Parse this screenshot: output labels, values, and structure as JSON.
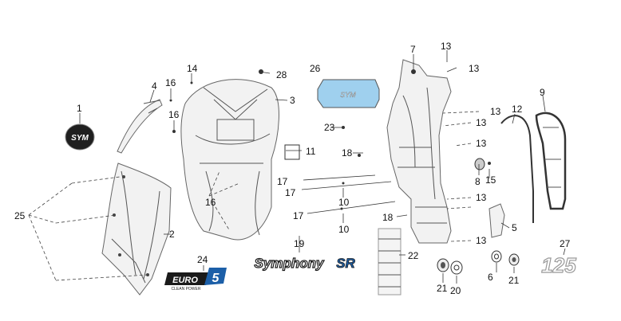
{
  "callouts": {
    "c1": "1",
    "c2": "2",
    "c3": "3",
    "c4": "4",
    "c5": "5",
    "c6": "6",
    "c7": "7",
    "c8": "8",
    "c9": "9",
    "c10a": "10",
    "c10b": "10",
    "c11": "11",
    "c12": "12",
    "c13a": "13",
    "c13b": "13",
    "c13c": "13",
    "c13d": "13",
    "c13e": "13",
    "c13f": "13",
    "c13g": "13",
    "c14": "14",
    "c15": "15",
    "c16a": "16",
    "c16b": "16",
    "c16c": "16",
    "c17a": "17",
    "c17b": "17",
    "c17c": "17",
    "c18a": "18",
    "c18b": "18",
    "c19": "19",
    "c20": "20",
    "c21a": "21",
    "c21b": "21",
    "c22": "22",
    "c23": "23",
    "c24": "24",
    "c25": "25",
    "c26": "26",
    "c27": "27",
    "c28": "28"
  },
  "decals": {
    "sym": "SYM",
    "euro5_main": "EURO",
    "euro5_num": "5",
    "euro5_sub": "CLEAN POWER",
    "symphony": "Symphony",
    "symphony_sr": "SR",
    "n125": "125",
    "emblem26": "SYM"
  },
  "colors": {
    "emblem_blue": "#9fd0ee",
    "decal_dark": "#1a1a1a",
    "decal_blue": "#1c5fa8"
  }
}
